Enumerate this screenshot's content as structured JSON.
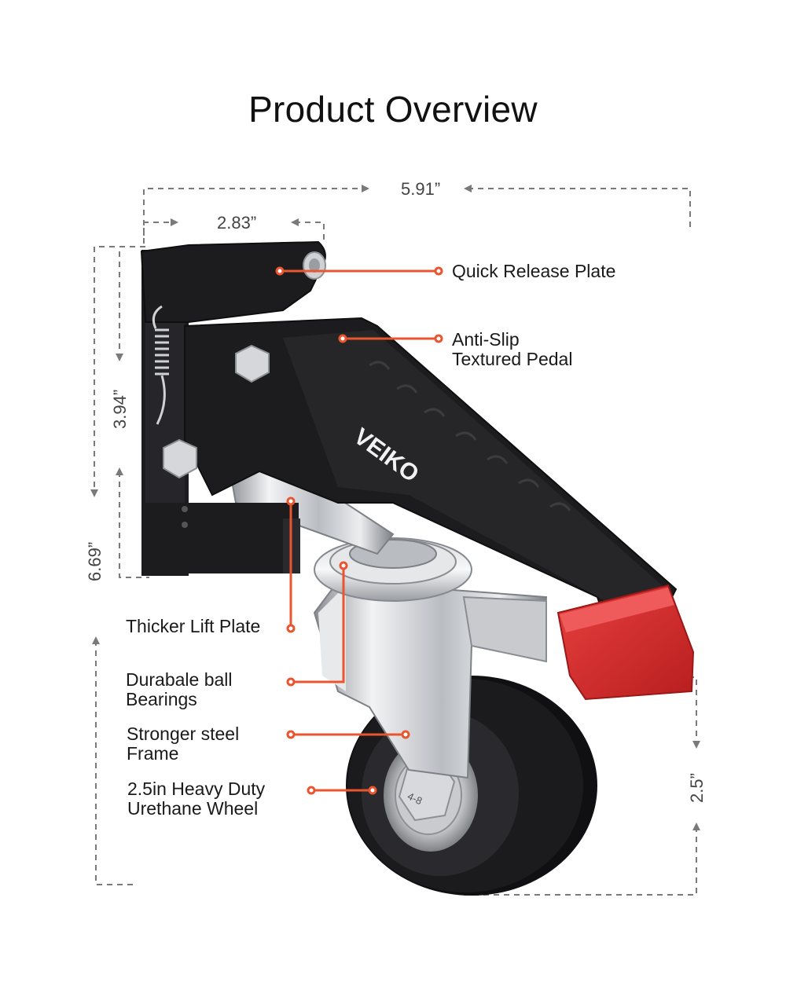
{
  "title": "Product Overview",
  "brand": "VEIKO",
  "wheel_marking": "4-8",
  "colors": {
    "accent": "#e8552f",
    "dimension_line": "#7a7a7a",
    "bracket": "#1c1c1e",
    "pedal_cap": "#d82a2a"
  },
  "dimensions": {
    "overall_width": "5.91”",
    "plate_width": "2.83”",
    "plate_height": "3.94”",
    "overall_height": "6.69”",
    "wheel_height": "2.5”"
  },
  "callouts": {
    "quick_release": [
      "Quick Release Plate"
    ],
    "pedal": [
      "Anti-Slip",
      "Textured Pedal"
    ],
    "lift_plate": [
      "Thicker Lift Plate"
    ],
    "bearings": [
      "Durabale ball",
      "Bearings"
    ],
    "frame": [
      "Stronger steel",
      "Frame"
    ],
    "wheel": [
      "2.5in Heavy Duty",
      "Urethane Wheel"
    ]
  }
}
